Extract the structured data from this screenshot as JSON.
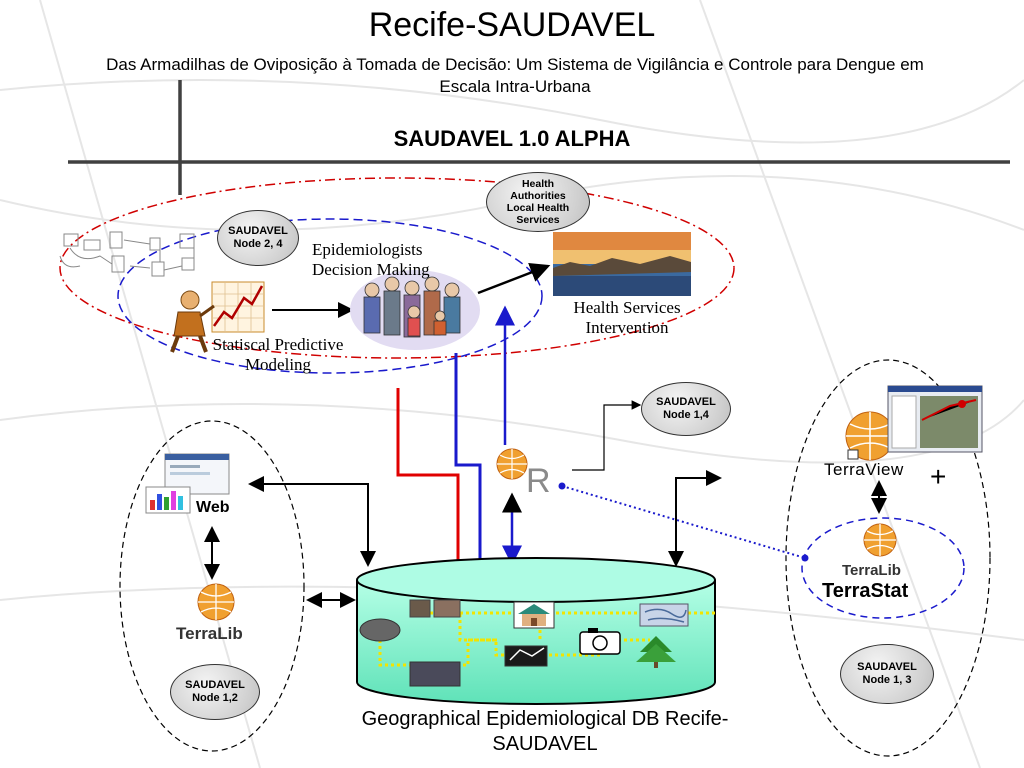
{
  "header": {
    "title": "Recife-SAUDAVEL",
    "subtitle": "Das Armadilhas de Oviposição à Tomada de Decisão: Um Sistema de Vigilância e Controle para Dengue em Escala Intra-Urbana",
    "version": "SAUDAVEL 1.0 ALPHA"
  },
  "top_cluster": {
    "health_authorities": "Health Authorities Local Health Services",
    "epidemiologists": "Epidemiologists Decision Making",
    "health_services": "Health Services Intervention",
    "statistical_modeling": "Statiscal Predictive Modeling"
  },
  "nodes": {
    "node_2_4": "SAUDAVEL Node 2, 4",
    "node_1_4": "SAUDAVEL Node 1,4",
    "node_1_2": "SAUDAVEL Node 1,2",
    "node_1_3": "SAUDAVEL Node 1, 3"
  },
  "left_cluster": {
    "web": "Web",
    "terralib": "TerraLib"
  },
  "right_cluster": {
    "terraview": "TerraView",
    "plus": "+",
    "terralib": "TerraLib",
    "terrastat": "TerraStat"
  },
  "r_label": "R",
  "database": {
    "caption": "Geographical Epidemiological DB Recife-SAUDAVEL"
  },
  "colors": {
    "red_ellipse": "#d00000",
    "blue": "#1a1acc",
    "db_fill": "#8ef0d0",
    "yellow_path": "#f2e400"
  },
  "icons": [
    "chart-icon",
    "cityscape-photo-icon",
    "crowd-icon",
    "globe-icon",
    "camera-icon",
    "house-icon",
    "tree-icon",
    "map-icon",
    "computer-screenshot-icon"
  ]
}
